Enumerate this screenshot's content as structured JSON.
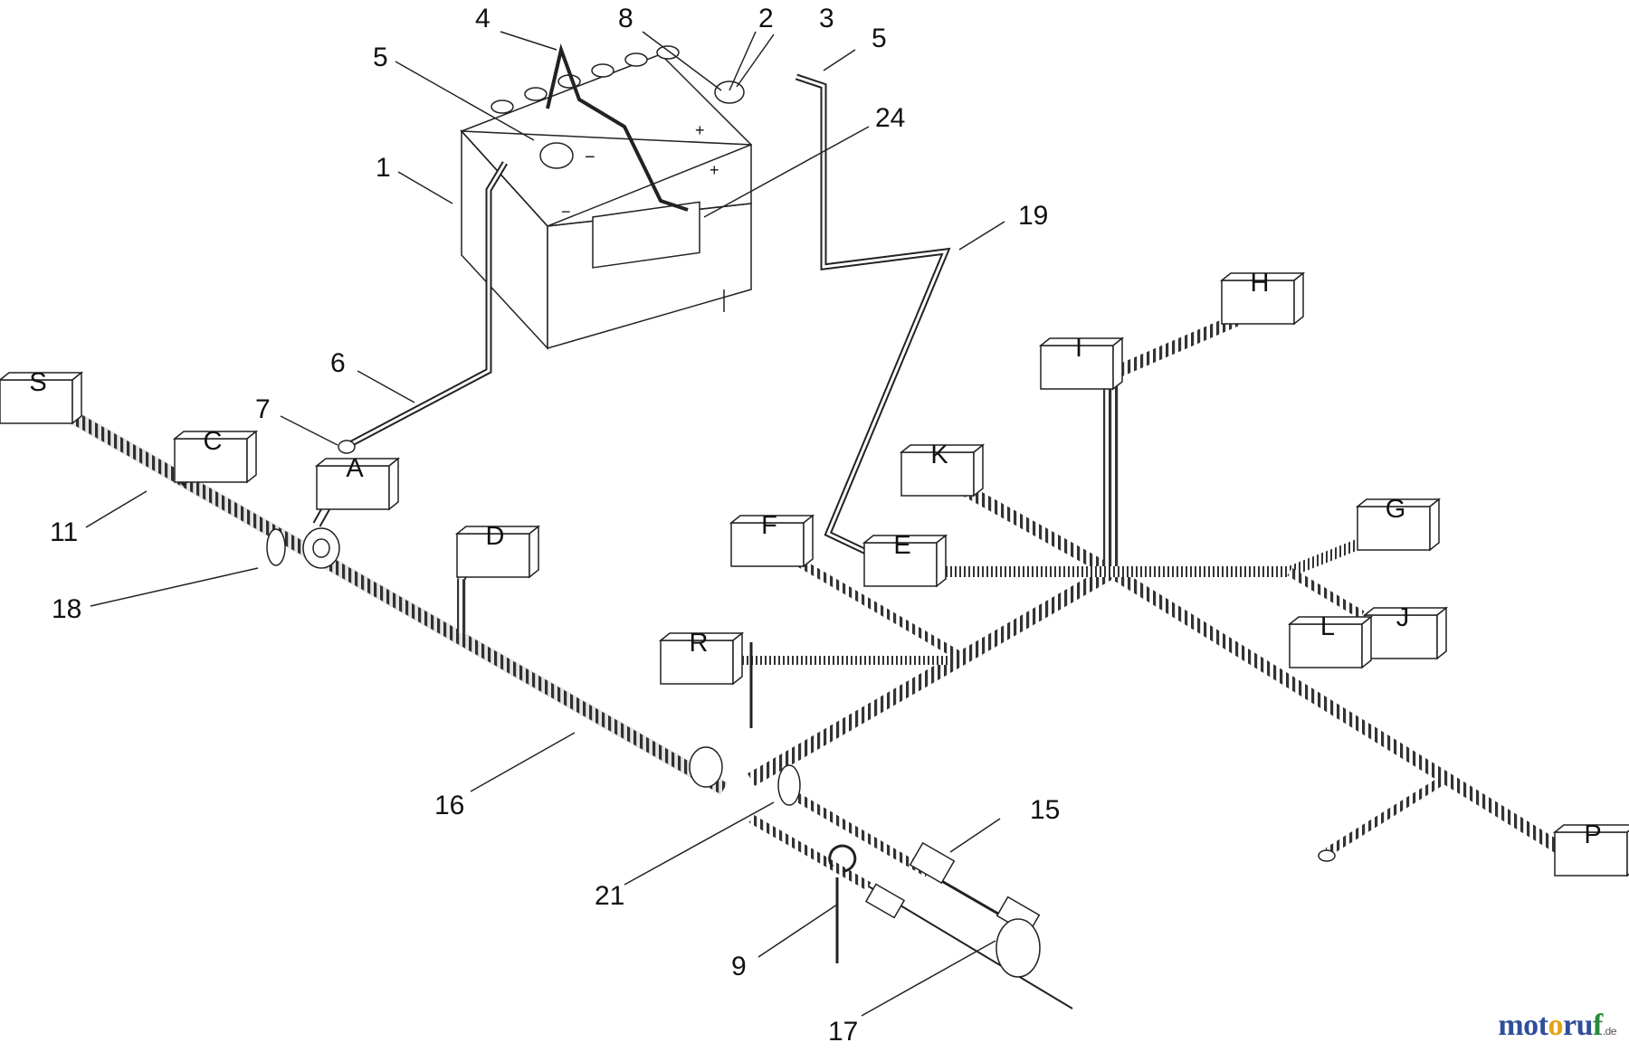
{
  "callouts": [
    {
      "id": "c1",
      "label": "1"
    },
    {
      "id": "c2",
      "label": "2"
    },
    {
      "id": "c3",
      "label": "3"
    },
    {
      "id": "c4",
      "label": "4"
    },
    {
      "id": "c5a",
      "label": "5"
    },
    {
      "id": "c5b",
      "label": "5"
    },
    {
      "id": "c6",
      "label": "6"
    },
    {
      "id": "c7",
      "label": "7"
    },
    {
      "id": "c8",
      "label": "8"
    },
    {
      "id": "c9",
      "label": "9"
    },
    {
      "id": "c11",
      "label": "11"
    },
    {
      "id": "c15",
      "label": "15"
    },
    {
      "id": "c16",
      "label": "16"
    },
    {
      "id": "c17",
      "label": "17"
    },
    {
      "id": "c18",
      "label": "18"
    },
    {
      "id": "c19",
      "label": "19"
    },
    {
      "id": "c21",
      "label": "21"
    },
    {
      "id": "c24",
      "label": "24"
    }
  ],
  "connectors": [
    {
      "id": "A",
      "label": "A"
    },
    {
      "id": "C",
      "label": "C"
    },
    {
      "id": "D",
      "label": "D"
    },
    {
      "id": "E",
      "label": "E"
    },
    {
      "id": "F",
      "label": "F"
    },
    {
      "id": "G",
      "label": "G"
    },
    {
      "id": "H",
      "label": "H"
    },
    {
      "id": "I",
      "label": "I"
    },
    {
      "id": "J",
      "label": "J"
    },
    {
      "id": "K",
      "label": "K"
    },
    {
      "id": "L",
      "label": "L"
    },
    {
      "id": "P",
      "label": "P"
    },
    {
      "id": "R",
      "label": "R"
    },
    {
      "id": "S",
      "label": "S"
    }
  ],
  "watermark": {
    "brand_a": "mot",
    "brand_o1": "o",
    "brand_b": "ru",
    "brand_o2": "f",
    "tld": ".de"
  },
  "colors": {
    "line": "#222222",
    "background": "#ffffff"
  }
}
